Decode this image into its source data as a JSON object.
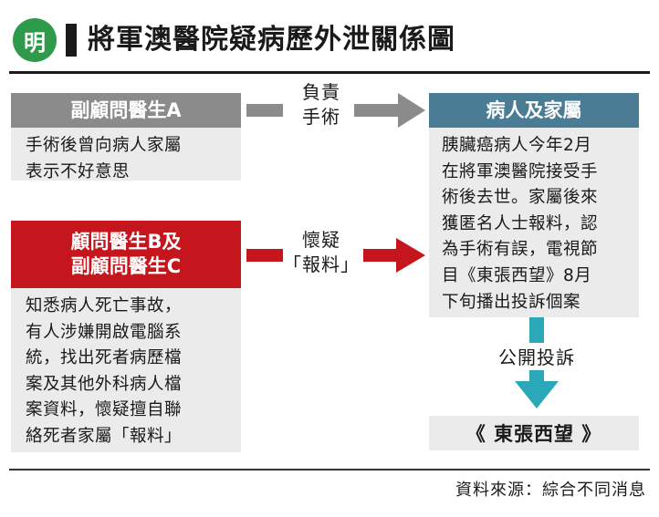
{
  "logo": {
    "char": "明"
  },
  "title": "將軍澳醫院疑病歷外泄關係圖",
  "nodes": {
    "deputy_a": {
      "header": "副顧問醫生A",
      "body": "手術後曾向病人家屬\n表示不好意思"
    },
    "consultant_b": {
      "header_line1": "顧問醫生B及",
      "header_line2": "副顧問醫生C",
      "body": "知悉病人死亡事故，\n有人涉嫌開啟電腦系\n統，找出死者病歷檔\n案及其他外科病人檔\n案資料，懷疑擅自聯\n絡死者家屬「報料」"
    },
    "patient_family": {
      "header": "病人及家屬",
      "body": "胰臟癌病人今年2月\n在將軍澳醫院接受手\n術後去世。家屬後來\n獲匿名人士報料，認\n為手術有誤，電視節\n目《東張西望》8月\n下旬播出投訴個案"
    },
    "program": {
      "label": "《 東張西望 》"
    }
  },
  "edges": {
    "a_to_family": {
      "label": "負責\n手術",
      "color": "#8b8b8b"
    },
    "b_to_family": {
      "label": "懷疑\n「報料」",
      "color": "#c4161c"
    },
    "family_to_program": {
      "label": "公開投訴",
      "color": "#2aa8b7"
    }
  },
  "source": "資料來源：綜合不同消息",
  "colors": {
    "gray": "#8b8b8b",
    "red": "#c4161c",
    "steel_blue": "#4a7c96",
    "teal": "#2aa8b7",
    "logo_green": "#2f9a4a"
  }
}
